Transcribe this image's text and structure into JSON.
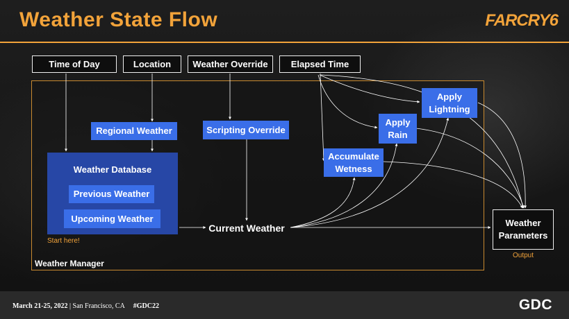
{
  "header": {
    "title": "Weather State Flow",
    "logo": "FARCRY6"
  },
  "inputs": {
    "time_of_day": "Time of Day",
    "location": "Location",
    "weather_override": "Weather Override",
    "elapsed_time": "Elapsed Time"
  },
  "nodes": {
    "regional_weather": "Regional Weather",
    "scripting_override": "Scripting Override",
    "weather_database": "Weather Database",
    "previous_weather": "Previous Weather",
    "upcoming_weather": "Upcoming Weather",
    "current_weather": "Current Weather",
    "accumulate_wetness": "Accumulate\nWetness",
    "apply_rain": "Apply\nRain",
    "apply_lightning": "Apply\nLightning",
    "weather_parameters": "Weather\nParameters"
  },
  "labels": {
    "start_here": "Start here!",
    "weather_manager": "Weather Manager",
    "output": "Output"
  },
  "footer": {
    "date": "March 21-25, 2022",
    "location": "San Francisco, CA",
    "hashtag": "#GDC22",
    "gdc_logo": "GDC"
  },
  "colors": {
    "accent": "#f2a33a",
    "node_blue": "#3a6ee8",
    "database_blue": "#2747a6"
  }
}
